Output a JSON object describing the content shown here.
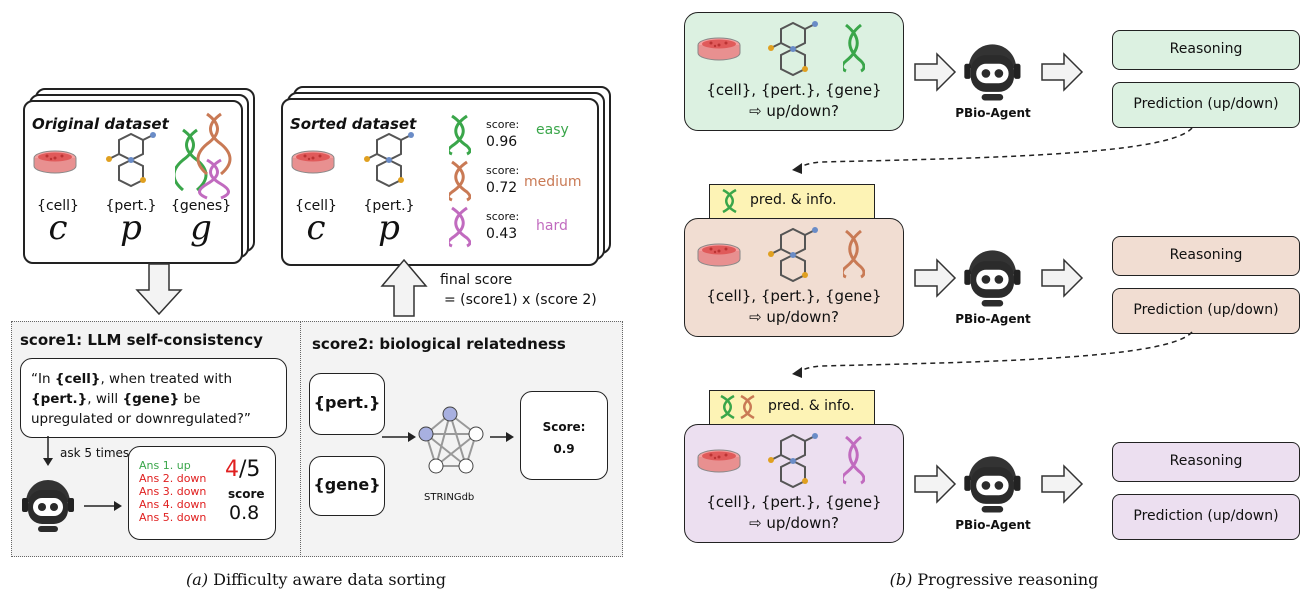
{
  "left": {
    "original": {
      "title": "Original dataset",
      "cell": "{cell}",
      "pert": "{pert.}",
      "genes": "{genes}",
      "c": "c",
      "p": "p",
      "g": "g"
    },
    "sorted": {
      "title": "Sorted dataset",
      "cell": "{cell}",
      "pert": "{pert.}",
      "c": "c",
      "p": "p",
      "rows": [
        {
          "score_label": "score:",
          "score": "0.96",
          "level": "easy",
          "color": "#3aa64a"
        },
        {
          "score_label": "score:",
          "score": "0.72",
          "level": "medium",
          "color": "#c97a55"
        },
        {
          "score_label": "score:",
          "score": "0.43",
          "level": "hard",
          "color": "#c16bbf"
        }
      ]
    },
    "final_score": {
      "line1": "final score",
      "line2": "= (score1) x (score 2)"
    },
    "score1": {
      "title": "score1: LLM self-consistency",
      "q_part1": "“In ",
      "q_cell": "{cell}",
      "q_part2": ", when treated with ",
      "q_pert": "{pert.}",
      "q_part3": ", will ",
      "q_gene": "{gene}",
      "q_part4": " be upregulated or downregulated?”",
      "ask": "ask 5 times",
      "answers": [
        {
          "text": "Ans 1. up",
          "color": "#3aa64a"
        },
        {
          "text": "Ans 2. down",
          "color": "#e02020"
        },
        {
          "text": "Ans 3. down",
          "color": "#e02020"
        },
        {
          "text": "Ans 4. down",
          "color": "#e02020"
        },
        {
          "text": "Ans 5. down",
          "color": "#e02020"
        }
      ],
      "count": "4",
      "total": "/5",
      "score_label": "score",
      "score": "0.8"
    },
    "score2": {
      "title": "score2: biological relatedness",
      "pert": "{pert.}",
      "gene": "{gene}",
      "db": "STRINGdb",
      "score_label": "Score:",
      "score": "0.9"
    },
    "caption_label": "(a)",
    "caption_text": "Difficulty aware data sorting"
  },
  "right": {
    "stages": [
      {
        "bg": "#dcf1e1",
        "gene_color": "#3aa64a",
        "line1": "{cell}, {pert.}, {gene}",
        "line2": "⇨ up/down?",
        "agent": "PBio-Agent",
        "reasoning": "Reasoning",
        "prediction": "Prediction (up/down)"
      },
      {
        "bg": "#f1ddd2",
        "gene_color": "#c97a55",
        "line1": "{cell}, {pert.}, {gene}",
        "line2": "⇨ up/down?",
        "agent": "PBio-Agent",
        "reasoning": "Reasoning",
        "prediction": "Prediction (up/down)",
        "info": "pred. & info."
      },
      {
        "bg": "#ecdff0",
        "gene_color": "#c16bbf",
        "line1": "{cell}, {pert.}, {gene}",
        "line2": "⇨ up/down?",
        "agent": "PBio-Agent",
        "reasoning": "Reasoning",
        "prediction": "Prediction (up/down)",
        "info": "pred. & info."
      }
    ],
    "caption_label": "(b)",
    "caption_text": "Progressive reasoning"
  }
}
